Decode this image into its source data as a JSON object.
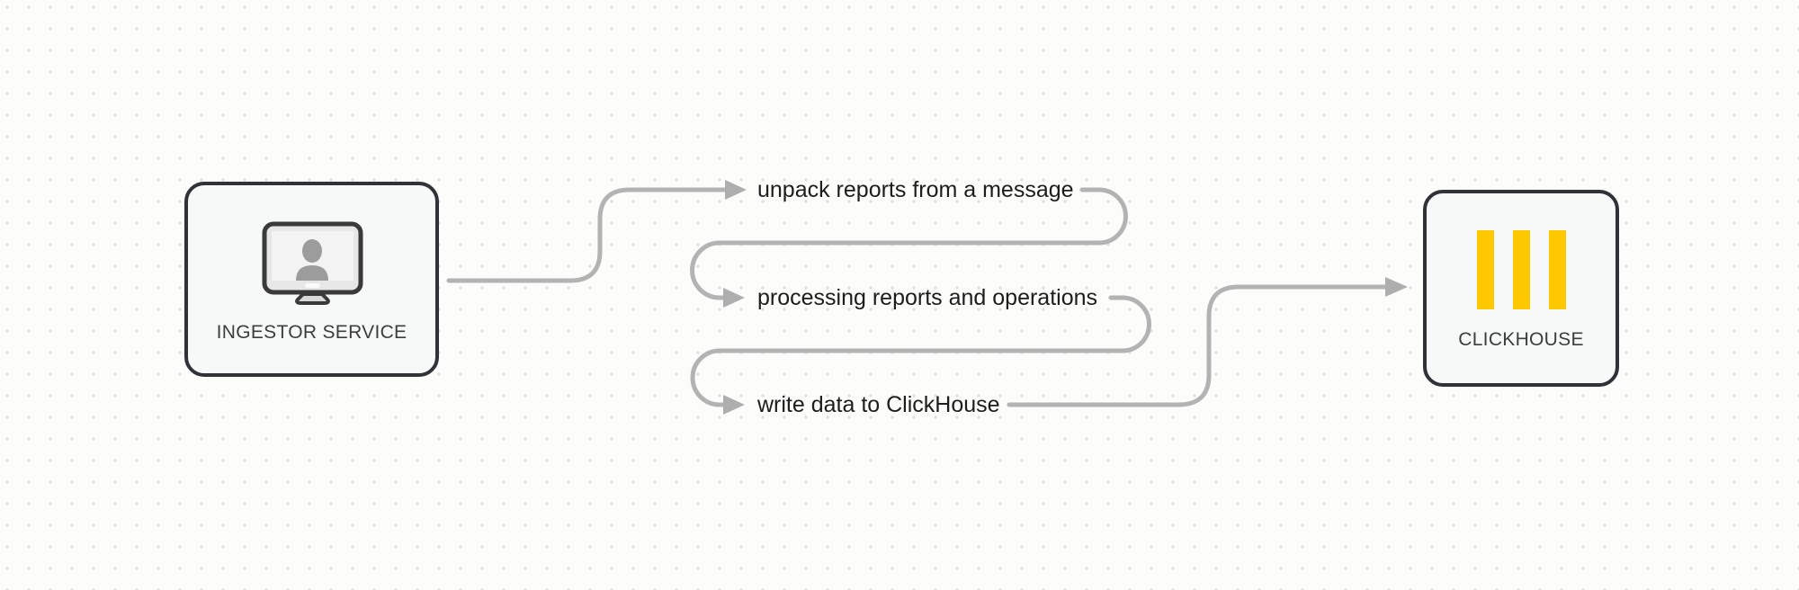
{
  "diagram": {
    "nodes": {
      "ingestor": {
        "label": "INGESTOR SERVICE",
        "icon": "monitor-user-icon"
      },
      "clickhouse": {
        "label": "CLICKHOUSE",
        "icon": "clickhouse-bars-icon"
      }
    },
    "steps": [
      {
        "label": "unpack reports from a message"
      },
      {
        "label": "processing reports and operations"
      },
      {
        "label": "write data to ClickHouse"
      }
    ],
    "style": {
      "canvas_background": "#fcfcfb",
      "dot_color": "#dcdcdc",
      "connector_color": "#b3b3b3",
      "arrowhead_color": "#aeaeae",
      "node_border_color": "#2f3337",
      "node_fill_color": "#f7f9f8",
      "step_text_color": "#1d1d1d",
      "node_label_color": "#3d3d3d",
      "clickhouse_yellow": "#fec801"
    }
  }
}
